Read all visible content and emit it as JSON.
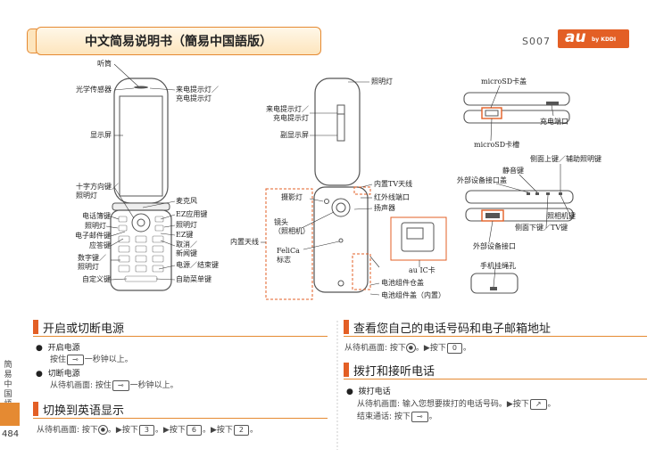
{
  "header": {
    "title": "中文简易说明书（簡易中国語版）",
    "model": "S007",
    "brand_au": "au",
    "brand_by": "by KDDI"
  },
  "side_tab": {
    "label": "簡易中国語",
    "page_number": "484"
  },
  "phone_open_labels": {
    "earpiece": "听筒",
    "light_sensor": "光学传感器",
    "incoming_light": "来电提示灯／\n充电提示灯",
    "display": "显示屏",
    "cross_key": "十字方向键／\n照明灯",
    "microphone": "麦克风",
    "phonebook_key": "电话簿键",
    "lighting": "照明灯",
    "mail_key": "电子邮件键",
    "answer_key": "应答键",
    "number_keys": "数字键／\n照明灯",
    "custom_key": "自定义键",
    "ez_app_key": "EZ应用键",
    "lighting_r": "照明灯",
    "ez_key": "EZ键",
    "cancel_key": "取消／\n新闻键",
    "power_key": "电源／结束键",
    "auto_menu_key": "自助菜单键"
  },
  "phone_closed_labels": {
    "lighting_top": "照明灯",
    "incoming_light": "来电提示灯／\n充电提示灯",
    "sub_display": "副显示屏"
  },
  "phone_back_labels": {
    "tv_antenna": "内置TV天线",
    "photo_light": "摄影灯",
    "ir_port": "红外线端口",
    "speaker": "扬声器",
    "lens": "镜头\n（照相机）",
    "built_in_antenna": "内置天线",
    "felica": "FeliCa\n标志",
    "au_ic": "au IC卡",
    "battery_compartment": "电池组件仓盖",
    "battery_cover": "电池组件盖（内置）"
  },
  "phone_side_labels": {
    "microsd_cover": "microSD卡盖",
    "charge_port": "充电端口",
    "microsd_slot": "microSD卡槽",
    "side_up_key": "侧面上键／辅助照明键",
    "mute_key": "静音键",
    "ext_port_cover": "外部设备接口盖",
    "camera_key": "照相机键",
    "side_down_key": "侧面下键／TV键",
    "ext_port": "外部设备接口",
    "strap_hole": "手机挂绳孔"
  },
  "sections": {
    "power": {
      "title": "开启或切断电源",
      "items": [
        {
          "heading": "开启电源",
          "text_pre": "按住",
          "key": "⊸",
          "text_post": "一秒钟以上。"
        },
        {
          "heading": "切断电源",
          "text_pre": "从待机画面: 按住",
          "key": "⊸",
          "text_post": "一秒钟以上。"
        }
      ]
    },
    "english": {
      "title": "切换到英语显示",
      "text": [
        "从待机画面: 按下",
        "。▶按下",
        "3",
        "。▶按下",
        "6",
        "。▶按下",
        "2",
        "。"
      ]
    },
    "my_number": {
      "title": "查看您自己的电话号码和电子邮箱地址",
      "text": [
        "从待机画面: 按下",
        "。▶按下",
        "0",
        "。"
      ]
    },
    "calling": {
      "title": "拨打和接听电话",
      "heading": "拨打电话",
      "line1": [
        "从待机画面: 输入您想要拨打的电话号码。▶按下",
        "。"
      ],
      "line2": [
        "结束通话: 按下",
        "。"
      ]
    }
  },
  "colors": {
    "accent": "#e35f25",
    "header_border": "#e58a32",
    "header_fill": "#fde5bd",
    "side_tab": "#e58a32"
  }
}
